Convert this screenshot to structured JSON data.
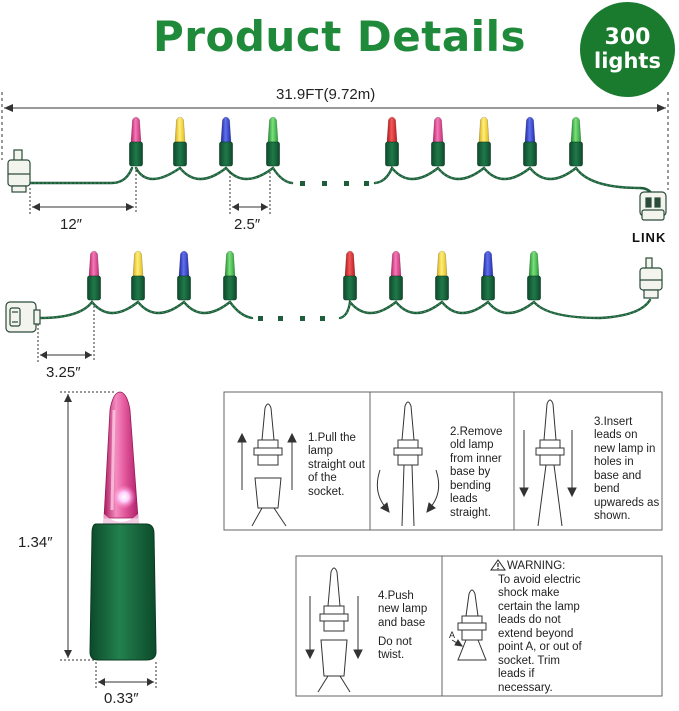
{
  "title": "Product Details",
  "badge": {
    "count": "300",
    "unit": "lights"
  },
  "dimensions": {
    "total_length": "31.9FT(9.72m)",
    "lead_spacing": "12″",
    "bulb_spacing": "2.5″",
    "end_spacing": "3.25″",
    "bulb_height": "1.34″",
    "bulb_width": "0.33″"
  },
  "link_label": "LINK",
  "steps": {
    "step1": "1.Pull the lamp straight out of the socket.",
    "step2": "2.Remove old lamp from inner base by bending leads straight.",
    "step3": "3.Insert leads on new lamp in holes in base and bend upwareds as shown.",
    "step4a": "4.Push new lamp and base",
    "step4b": "Do not twist.",
    "warning_title": "WARNING:",
    "warning_text": "To avoid electric shock make certain the lamp leads do not extend beyond point A, or out of socket. Trim leads if necessary.",
    "point_label": "A"
  },
  "colors": {
    "title_green": "#1f8a3a",
    "wire_green": "#1e5e3a",
    "bulb_pink": "#e0408a",
    "bulb_yellow": "#f2d22a",
    "bulb_blue": "#2b3fc4",
    "bulb_green": "#3bb34a",
    "bulb_red": "#d8262c"
  }
}
